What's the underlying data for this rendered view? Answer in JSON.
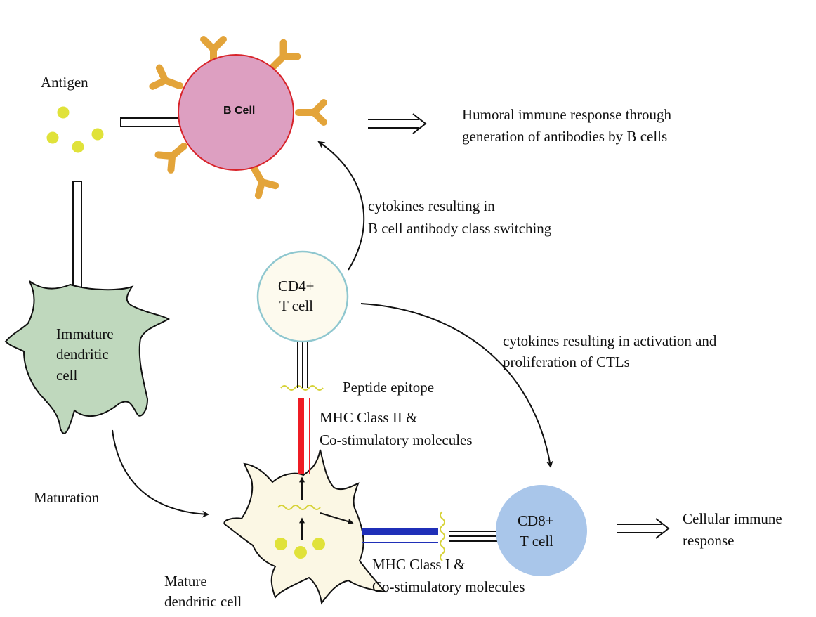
{
  "labels": {
    "antigen": "Antigen",
    "b_cell": "B Cell",
    "humoral_line1": "Humoral immune response through",
    "humoral_line2": "generation of antibodies by B cells",
    "cytokines_b_line1": "cytokines resulting in",
    "cytokines_b_line2": "B cell antibody class switching",
    "cd4_line1": "CD4+",
    "cd4_line2": "T cell",
    "cytokines_ctl_line1": "cytokines resulting in activation and",
    "cytokines_ctl_line2": "proliferation of CTLs",
    "immature_line1": "Immature",
    "immature_line2": "dendritic",
    "immature_line3": "cell",
    "peptide_epitope": "Peptide epitope",
    "mhc2_line1": "MHC Class II &",
    "mhc2_line2": "Co-stimulatory molecules",
    "maturation": "Maturation",
    "cd8_line1": "CD8+",
    "cd8_line2": "T cell",
    "cellular_line1": "Cellular immune",
    "cellular_line2": "response",
    "mhc1_line1": "MHC Class I &",
    "mhc1_line2": "Co-stimulatory molecules",
    "mature_line1": "Mature",
    "mature_line2": "dendritic cell"
  },
  "colors": {
    "b_cell_fill": "#dd9fc1",
    "b_cell_stroke": "#d8232a",
    "antibody": "#e3a43a",
    "antigen_dot": "#e0e23a",
    "immature_dc_fill": "#bfd8bd",
    "mature_dc_fill": "#fbf7e4",
    "cd4_fill": "#fdfaee",
    "cd4_stroke": "#8fc7cf",
    "cd8_fill": "#a9c6ea",
    "mhc2": "#ee1c24",
    "mhc1": "#1f2fb8",
    "epitope": "#d6d237"
  },
  "icons": {
    "antibody": "antibody-y-icon",
    "antigen": "antigen-dot-icon",
    "epitope": "wavy-peptide-icon"
  }
}
